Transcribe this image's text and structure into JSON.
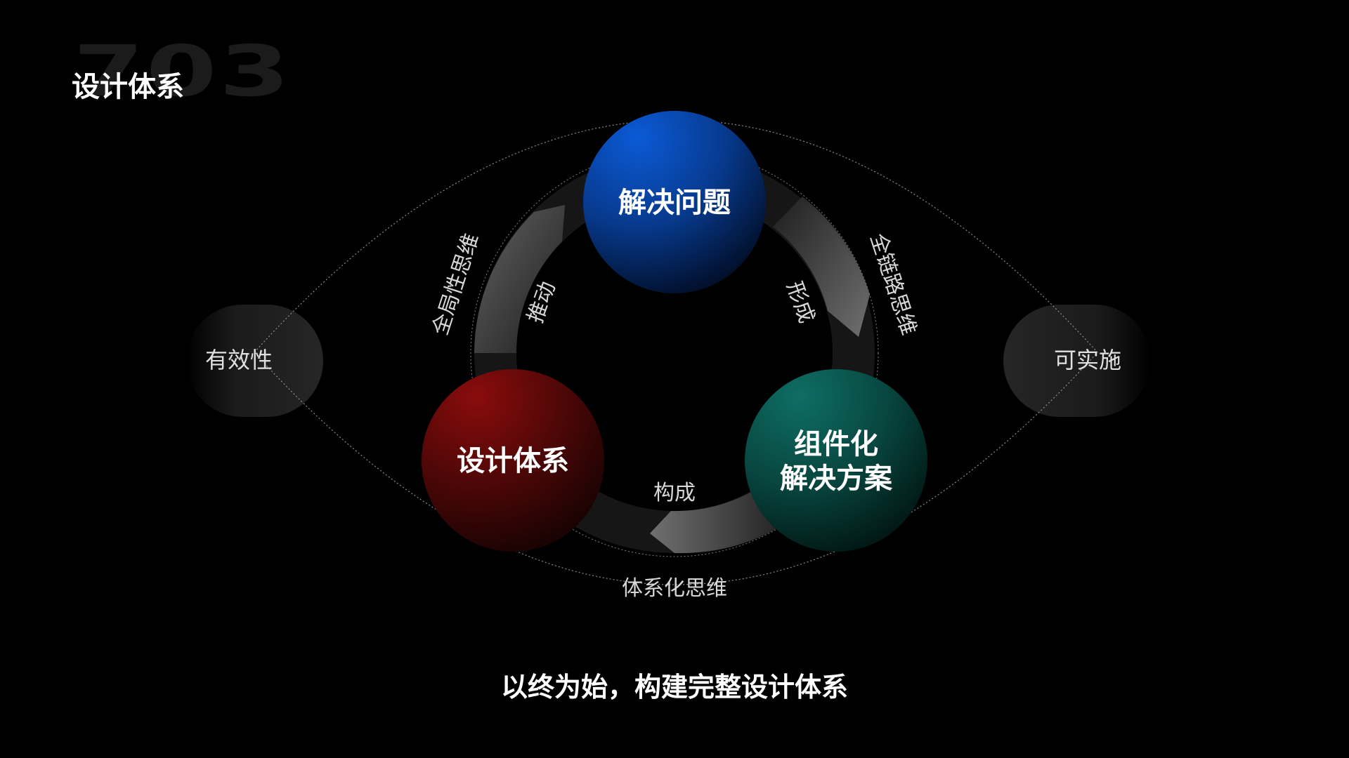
{
  "header": {
    "section_number": "703",
    "section_title": "设计体系"
  },
  "diagram": {
    "nodes": {
      "top": "解决问题",
      "left": "设计体系",
      "right_line1": "组件化",
      "right_line2": "解决方案"
    },
    "inner_labels": {
      "left": "推动",
      "right": "形成",
      "bottom": "构成"
    },
    "outer_labels": {
      "left": "全局性思维",
      "right": "全链路思维",
      "bottom": "体系化思维"
    },
    "side_pills": {
      "left": "有效性",
      "right": "可实施"
    },
    "colors": {
      "top_node": "#0a52c4",
      "left_node": "#7a0a0a",
      "right_node": "#0c5a52"
    }
  },
  "caption": "以终为始，构建完整设计体系"
}
